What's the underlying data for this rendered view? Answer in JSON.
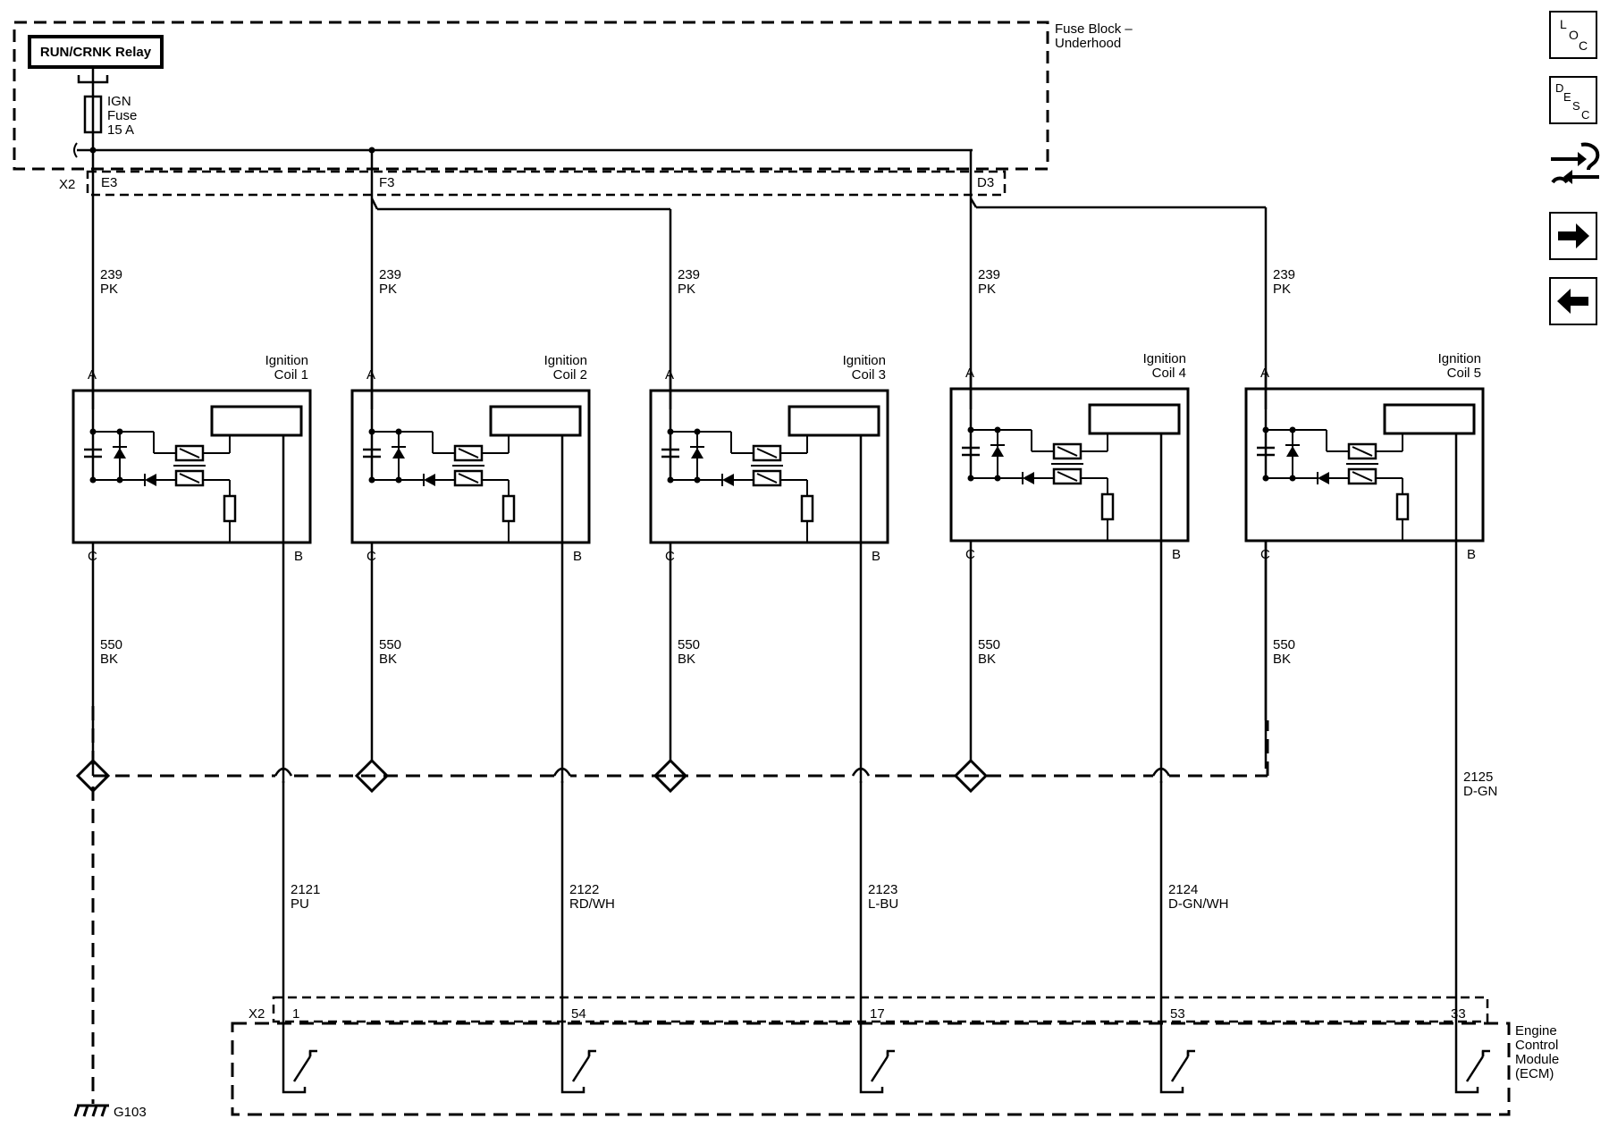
{
  "fuse_block": {
    "label_line1": "Fuse Block –",
    "label_line2": "Underhood",
    "relay_label": "RUN/CRNK Relay",
    "fuse_line1": "IGN",
    "fuse_line2": "Fuse",
    "fuse_line3": "15 A",
    "connector": "X2",
    "pins": [
      "E3",
      "F3",
      "D3"
    ]
  },
  "coils": [
    {
      "title1": "Ignition",
      "title2": "Coil 1",
      "pin_a": "A",
      "pin_b": "B",
      "pin_c": "C",
      "feed_circuit": "239",
      "feed_color": "PK",
      "ground_circuit": "550",
      "ground_color": "BK",
      "signal_circuit": "2121",
      "signal_color": "PU",
      "ecm_pin": "1"
    },
    {
      "title1": "Ignition",
      "title2": "Coil 2",
      "pin_a": "A",
      "pin_b": "B",
      "pin_c": "C",
      "feed_circuit": "239",
      "feed_color": "PK",
      "ground_circuit": "550",
      "ground_color": "BK",
      "signal_circuit": "2122",
      "signal_color": "RD/WH",
      "ecm_pin": "54"
    },
    {
      "title1": "Ignition",
      "title2": "Coil 3",
      "pin_a": "A",
      "pin_b": "B",
      "pin_c": "C",
      "feed_circuit": "239",
      "feed_color": "PK",
      "ground_circuit": "550",
      "ground_color": "BK",
      "signal_circuit": "2123",
      "signal_color": "L-BU",
      "ecm_pin": "17"
    },
    {
      "title1": "Ignition",
      "title2": "Coil 4",
      "pin_a": "A",
      "pin_b": "B",
      "pin_c": "C",
      "feed_circuit": "239",
      "feed_color": "PK",
      "ground_circuit": "550",
      "ground_color": "BK",
      "signal_circuit": "2124",
      "signal_color": "D-GN/WH",
      "ecm_pin": "53"
    },
    {
      "title1": "Ignition",
      "title2": "Coil 5",
      "pin_a": "A",
      "pin_b": "B",
      "pin_c": "C",
      "feed_circuit": "239",
      "feed_color": "PK",
      "ground_circuit": "550",
      "ground_color": "BK",
      "signal_circuit": "2125",
      "signal_color": "D-GN",
      "ecm_pin": "33"
    }
  ],
  "ecm": {
    "connector": "X2",
    "label_line1": "Engine",
    "label_line2": "Control",
    "label_line3": "Module",
    "label_line4": "(ECM)"
  },
  "ground": {
    "label": "G103"
  },
  "nav": {
    "loc": [
      "L",
      "O",
      "C"
    ],
    "desc": [
      "D",
      "E",
      "S",
      "C"
    ],
    "icons": [
      "loc-icon",
      "desc-icon",
      "connector-swap-icon",
      "arrow-right-icon",
      "arrow-left-icon"
    ]
  }
}
